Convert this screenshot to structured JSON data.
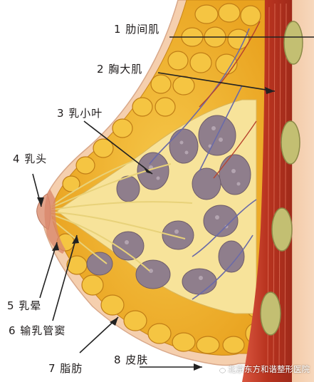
{
  "labels": {
    "rib_muscle": "1 肋间肌",
    "pectoralis": "2 胸大肌",
    "lobule": "3 乳小叶",
    "nipple": "4 乳头",
    "areola": "5 乳晕",
    "lactiferous_sinus": "6 输乳管窦",
    "fat": "7 脂肪",
    "skin": "8 皮肤"
  },
  "watermark": {
    "text": "北京东方和谐整形医院",
    "icon": "wechat-icon"
  },
  "colors": {
    "skin": "#f6d3b4",
    "fat": "#f1b52b",
    "fat_dark": "#c9861a",
    "glandular": "#f7e6a0",
    "lobule": "#8c7a88",
    "muscle": "#c5402f",
    "rib": "#b7b36a",
    "duct": "#6a6aa8"
  }
}
